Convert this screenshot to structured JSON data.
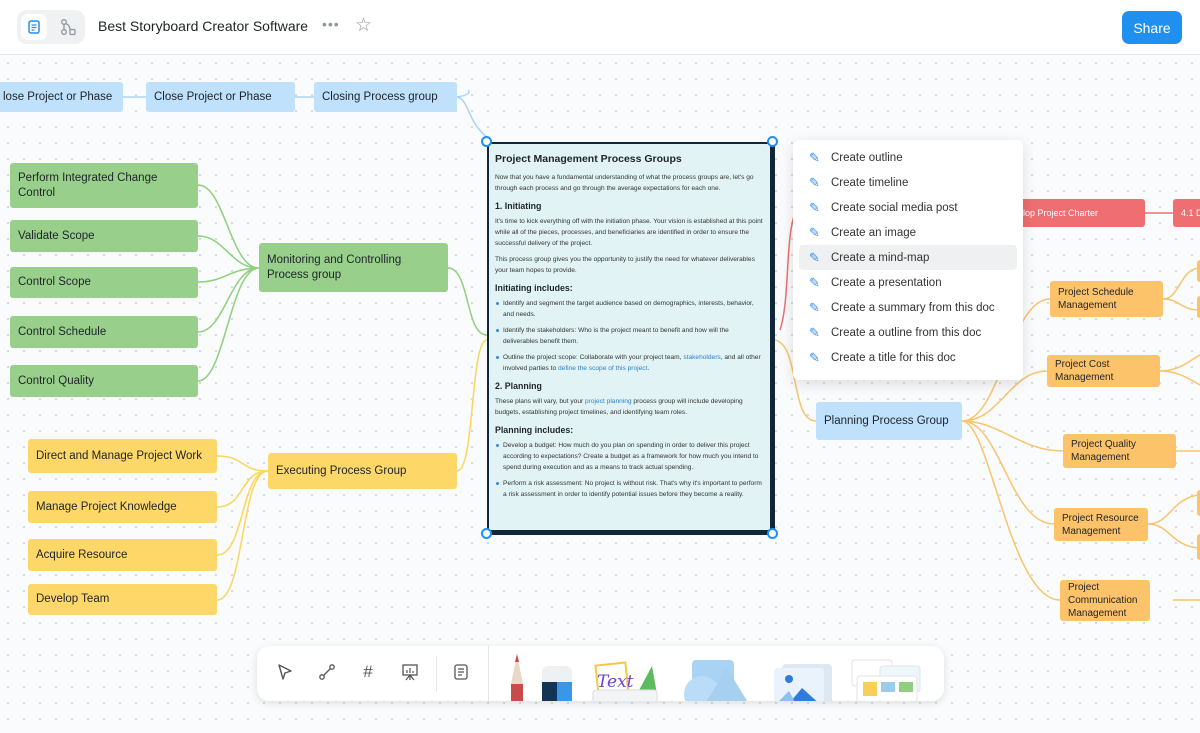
{
  "header": {
    "title": "Best Storyboard Creator Software",
    "more_label": "•••",
    "share_label": "Share",
    "icons": [
      "document-view-icon",
      "mindmap-view-icon",
      "more-icon",
      "star-icon"
    ]
  },
  "closing": {
    "phase_partial": "lose Project or Phase",
    "phase": "Close Project or Phase",
    "group": "Closing Process group"
  },
  "monitoring": {
    "group": "Monitoring and Controlling Process group",
    "items": [
      "Perform Integrated  Change Control",
      "Validate Scope",
      "Control Scope",
      "Control Schedule",
      "Control Quality"
    ]
  },
  "executing": {
    "group": "Executing Process Group",
    "items": [
      "Direct and Manage Project Work",
      "Manage Project Knowledge",
      "Acquire Resource",
      "Develop Team"
    ]
  },
  "initiating": {
    "charter": "elop Project Charter",
    "next": "4.1 D"
  },
  "planning": {
    "group": "Planning Process Group",
    "items": [
      "Project Schedule Management",
      "Project Cost Management",
      "Project Quality Management",
      "Project Resource Management",
      "Project Communication Management"
    ]
  },
  "doc": {
    "title": "Project Management Process Groups",
    "intro": "Now that you have a fundamental understanding of what the process groups are, let's go through each process and go through the average expectations for each one.",
    "h_initiating": "1. Initiating",
    "p1": "It's time to kick everything off with the initiation phase. Your vision is established at this point while all of the pieces, processes, and beneficiaries are identified in order to ensure the successful delivery of the project.",
    "p2": "This process group gives you the opportunity to justify the need for whatever deliverables your team hopes to provide.",
    "h_init_includes": "Initiating includes:",
    "init_b1": "Identify and segment the target audience based on demographics, interests, behavior, and needs.",
    "init_b2": "Identify the stakeholders: Who is the project meant to benefit and how will the deliverables benefit them.",
    "init_b3_a": "Outline the project scope: Collaborate with your project team, ",
    "init_b3_link1": "stakeholders",
    "init_b3_b": ", and all other involved parties to ",
    "init_b3_link2": "define the scope of this project",
    "init_b3_c": ".",
    "h_planning": "2. Planning",
    "p3_a": "These plans will vary, but your ",
    "p3_link": "project planning",
    "p3_b": " process group will include developing budgets, establishing project timelines, and identifying team roles.",
    "h_plan_includes": "Planning includes:",
    "plan_b1": "Develop a budget: How much do you plan on spending in order to deliver this project according to expectations? Create a budget as a framework for how much you intend to spend during execution and as a means to track actual spending.",
    "plan_b2": "Perform a risk assessment: No project is without risk. That's why it's important to perform a risk assessment in order to identify potential issues before they become a reality."
  },
  "ai_menu": {
    "items": [
      "Create outline",
      "Create timeline",
      "Create social media post",
      "Create an image",
      "Create a mind-map",
      "Create a presentation",
      "Create a summary from this doc",
      "Create a outline from this doc",
      "Create a title for this doc"
    ],
    "active_index": 4,
    "icon": "pencil-icon"
  },
  "toolbar": {
    "tools": [
      "select-tool",
      "connector-tool",
      "frame-tool",
      "presentation-tool",
      "document-tool"
    ],
    "stickers": [
      "pencil",
      "eraser",
      "text",
      "shapes",
      "image",
      "templates"
    ],
    "sticker_text": "Text"
  },
  "colors": {
    "accent": "#1f8ff0",
    "blue": "#bfe1fb",
    "green": "#98d08b",
    "yellow": "#fdd868",
    "orange": "#fcc36b",
    "red": "#ef6e71"
  }
}
